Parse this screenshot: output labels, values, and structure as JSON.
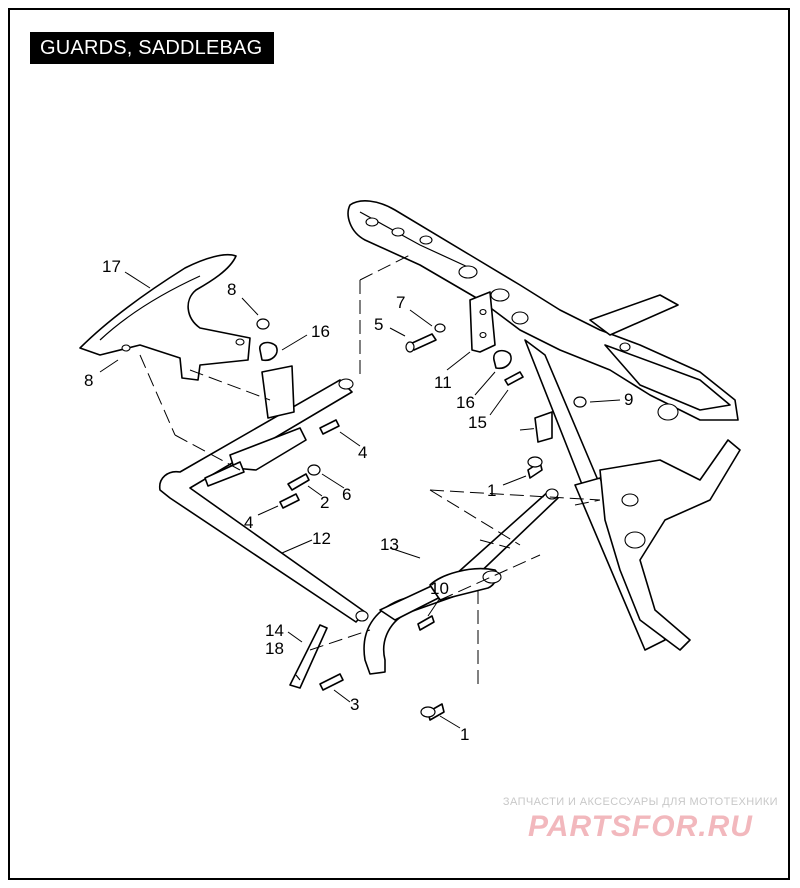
{
  "title": "GUARDS, SADDLEBAG",
  "callouts": [
    {
      "id": "c17",
      "label": "17"
    },
    {
      "id": "c8a",
      "label": "8"
    },
    {
      "id": "c16a",
      "label": "16"
    },
    {
      "id": "c8b",
      "label": "8"
    },
    {
      "id": "c7",
      "label": "7"
    },
    {
      "id": "c5",
      "label": "5"
    },
    {
      "id": "c11",
      "label": "11"
    },
    {
      "id": "c16b",
      "label": "16"
    },
    {
      "id": "c15",
      "label": "15"
    },
    {
      "id": "c9",
      "label": "9"
    },
    {
      "id": "c4a",
      "label": "4"
    },
    {
      "id": "c6",
      "label": "6"
    },
    {
      "id": "c2",
      "label": "2"
    },
    {
      "id": "c4b",
      "label": "4"
    },
    {
      "id": "c1a",
      "label": "1"
    },
    {
      "id": "c12",
      "label": "12"
    },
    {
      "id": "c13",
      "label": "13"
    },
    {
      "id": "c10",
      "label": "10"
    },
    {
      "id": "c14",
      "label": "14"
    },
    {
      "id": "c18",
      "label": "18"
    },
    {
      "id": "c3",
      "label": "3"
    },
    {
      "id": "c1b",
      "label": "1"
    }
  ],
  "watermark": {
    "caption": "ЗАПЧАСТИ И АКСЕССУАРЫ ДЛЯ МОТОТЕХНИКИ",
    "logo": "PARTSFOR.RU"
  }
}
